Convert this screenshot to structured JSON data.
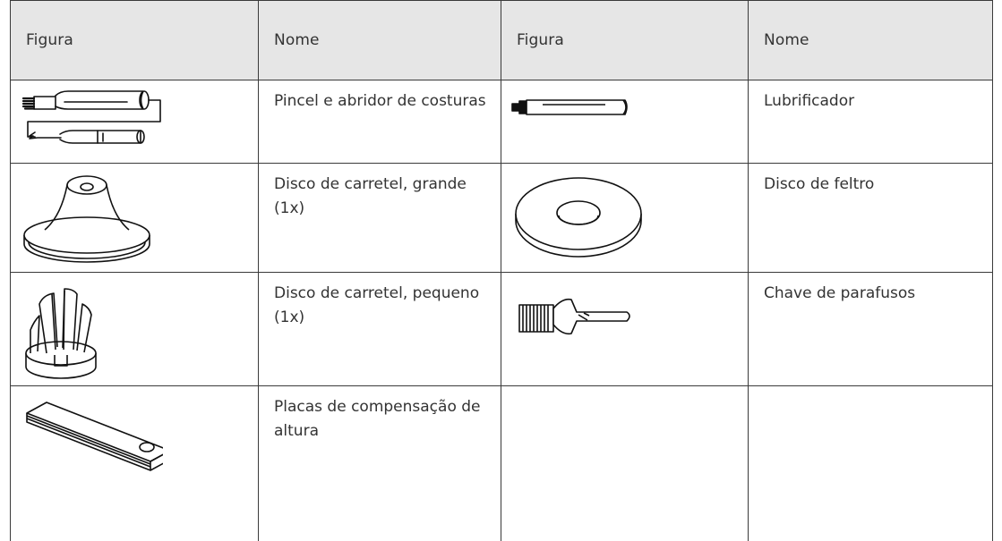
{
  "table": {
    "headers": [
      "Figura",
      "Nome",
      "Figura",
      "Nome"
    ],
    "rows": [
      {
        "left_icon": "brush-seam-ripper-icon",
        "left_name": "Pincel e abridor de costuras",
        "right_icon": "oiler-icon",
        "right_name": "Lubrificador"
      },
      {
        "left_icon": "large-spool-disc-icon",
        "left_name": "Disco de carretel, grande (1x)",
        "right_icon": "felt-disc-icon",
        "right_name": "Disco de feltro"
      },
      {
        "left_icon": "small-spool-disc-icon",
        "left_name": "Disco de carretel, pequeno (1x)",
        "right_icon": "screwdriver-icon",
        "right_name": "Chave de parafusos"
      },
      {
        "left_icon": "height-compensation-plates-icon",
        "left_name": "Placas de compensação de altura",
        "right_icon": "",
        "right_name": ""
      }
    ]
  }
}
